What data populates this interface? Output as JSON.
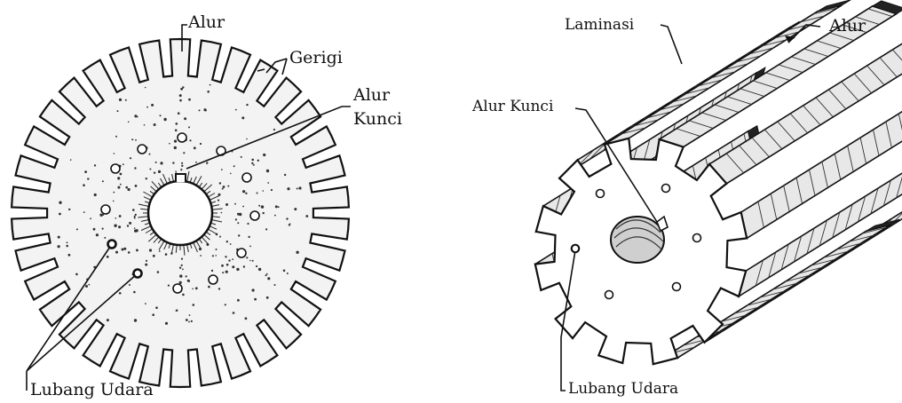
{
  "left_figure": {
    "labels": {
      "alur": "Alur",
      "gerigi": "Gerigi",
      "alur_kunci_line1": "Alur",
      "alur_kunci_line2": "Kunci",
      "lubang_udara": "Lubang Udara"
    }
  },
  "right_figure": {
    "labels": {
      "laminasi": "Laminasi",
      "alur": "Alur",
      "alur_kunci": "Alur Kunci",
      "lubang_udara": "Lubang Udara"
    }
  },
  "colors": {
    "ink": "#111111",
    "disc_fill": "#f2f2f2",
    "background": "#ffffff"
  }
}
